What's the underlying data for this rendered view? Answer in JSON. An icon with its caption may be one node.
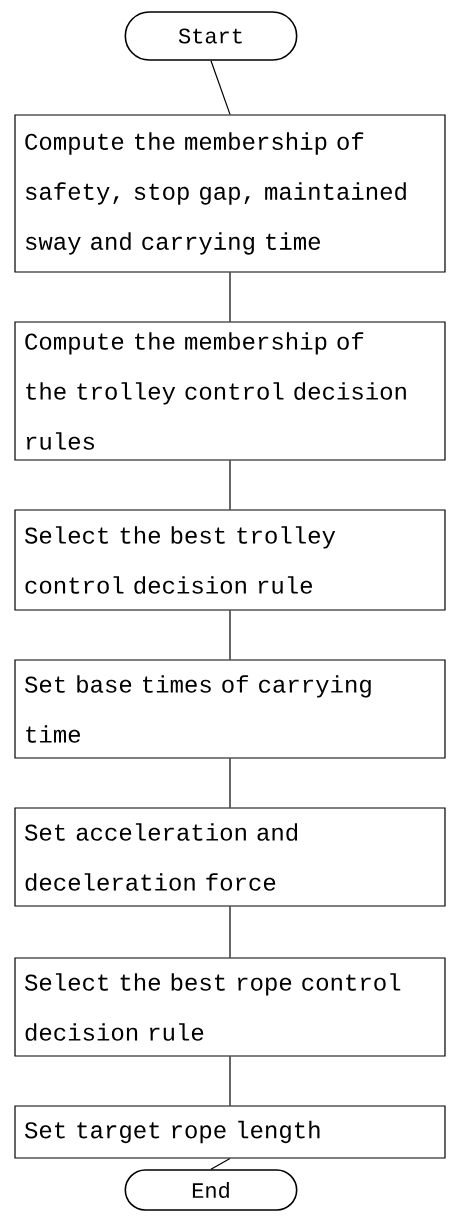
{
  "diagram": {
    "nodes": [
      {
        "text": [
          "Start"
        ]
      },
      {
        "text": [
          "Compute the membership of safety, stop gap, maintained sway and carrying time"
        ]
      },
      {
        "text": [
          "Compute the membership of the trolley control decision rules"
        ]
      },
      {
        "text": [
          "Select the best trolley control decision rule"
        ]
      },
      {
        "text": [
          "Set base times of carrying time"
        ]
      },
      {
        "text": [
          "Set acceleration and deceleration force"
        ]
      },
      {
        "text": [
          "Select the best rope control decision rule"
        ]
      },
      {
        "text": [
          "Set target rope length"
        ]
      },
      {
        "text": [
          "End"
        ]
      }
    ],
    "edges": [
      {
        "from": 0,
        "to": 1,
        "arrow": "none"
      },
      {
        "from": 1,
        "to": 2,
        "arrow": "none"
      },
      {
        "from": 2,
        "to": 3,
        "arrow": "none"
      },
      {
        "from": 3,
        "to": 4,
        "arrow": "none"
      },
      {
        "from": 4,
        "to": 5,
        "arrow": "none"
      },
      {
        "from": 5,
        "to": 6,
        "arrow": "none"
      },
      {
        "from": 6,
        "to": 7,
        "arrow": "none"
      },
      {
        "from": 7,
        "to": 8,
        "arrow": "none"
      }
    ]
  }
}
